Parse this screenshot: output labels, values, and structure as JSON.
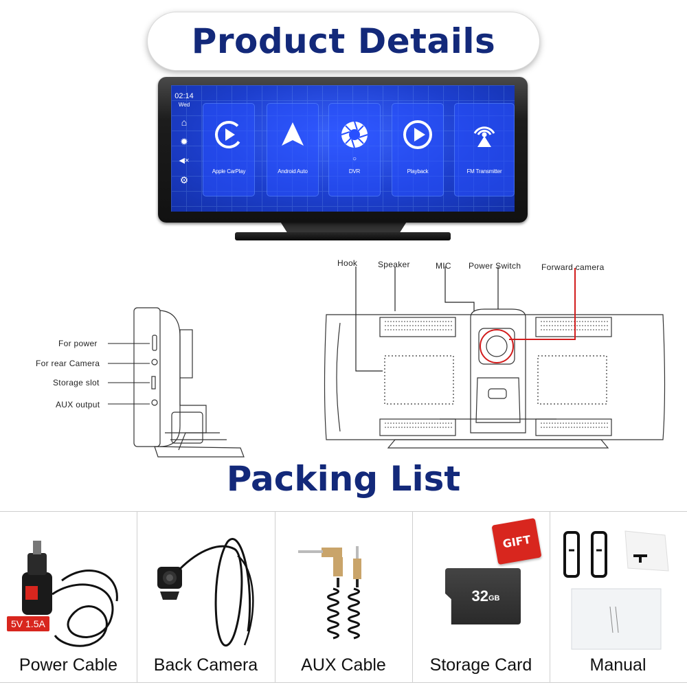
{
  "header": {
    "title": "Product Details"
  },
  "device_screen": {
    "clock": "02:14",
    "day": "Wed",
    "apps": [
      {
        "label": "Apple CarPlay",
        "icon": "carplay-icon"
      },
      {
        "label": "Android Auto",
        "icon": "android-auto-icon"
      },
      {
        "label": "DVR",
        "icon": "camera-aperture-icon"
      },
      {
        "label": "Playback",
        "icon": "play-icon"
      },
      {
        "label": "FM Transmitter",
        "icon": "antenna-icon"
      }
    ],
    "side_icons": [
      "home-icon",
      "brightness-icon",
      "mute-icon",
      "gear-icon"
    ],
    "colors": {
      "screen": "#1d3fce",
      "tile": "#2850ff"
    }
  },
  "side_view": {
    "labels": [
      "For power",
      "For rear Camera",
      "Storage slot",
      "AUX output"
    ]
  },
  "back_view": {
    "labels": [
      "Hook",
      "Speaker",
      "MIC",
      "Power Switch",
      "Forward camera"
    ],
    "highlight_color": "#d21c1c"
  },
  "packing": {
    "title": "Packing List",
    "items": [
      {
        "label": "Power Cable",
        "badge": "5V 1.5A"
      },
      {
        "label": "Back Camera"
      },
      {
        "label": "AUX Cable"
      },
      {
        "label": "Storage Card",
        "card_text": "32",
        "card_unit": "GB",
        "gift_tag": "GIFT"
      },
      {
        "label": "Manual"
      }
    ]
  },
  "colors": {
    "title_blue": "#13297a",
    "badge_red": "#d8261e"
  }
}
